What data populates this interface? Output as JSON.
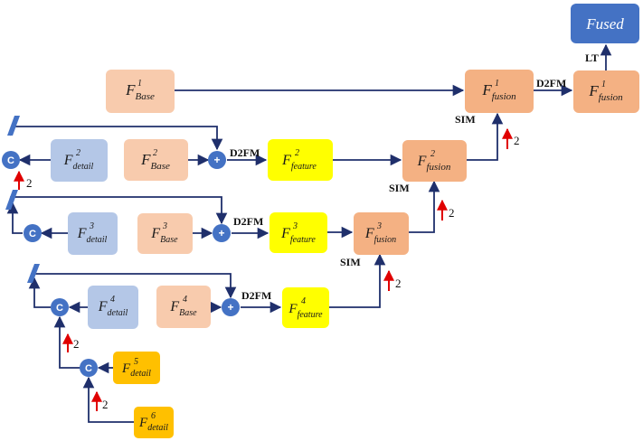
{
  "colors": {
    "base": "#f8cbad",
    "fusion": "#f4b183",
    "detail": "#b4c7e7",
    "feature": "#ffff00",
    "detail_gold": "#ffc000",
    "fused": "#4472c4",
    "node": "#4472c4",
    "line": "#1f2f6b",
    "upsample": "#e00000"
  },
  "symbols": {
    "F": "F",
    "concat": "C",
    "plus": "+"
  },
  "boxes": {
    "base1": {
      "sup": "1",
      "sub": "Base"
    },
    "base2": {
      "sup": "2",
      "sub": "Base"
    },
    "base3": {
      "sup": "3",
      "sub": "Base"
    },
    "base4": {
      "sup": "4",
      "sub": "Base"
    },
    "detail2": {
      "sup": "2",
      "sub": "detail"
    },
    "detail3": {
      "sup": "3",
      "sub": "detail"
    },
    "detail4": {
      "sup": "4",
      "sub": "detail"
    },
    "detail5": {
      "sup": "5",
      "sub": "detail"
    },
    "detail6": {
      "sup": "6",
      "sub": "detail"
    },
    "feature2": {
      "sup": "2",
      "sub": "feature"
    },
    "feature3": {
      "sup": "3",
      "sub": "feature"
    },
    "feature4": {
      "sup": "4",
      "sub": "feature"
    },
    "fusion1a": {
      "sup": "1",
      "sub": "fusion"
    },
    "fusion1b": {
      "sup": "1",
      "sub": "fusion"
    },
    "fusion2": {
      "sup": "2",
      "sub": "fusion"
    },
    "fusion3": {
      "sup": "3",
      "sub": "fusion"
    }
  },
  "fused": {
    "label": "Fused"
  },
  "labels": {
    "lt": "LT",
    "d2fm_top": "D2FM",
    "d2fm_2": "D2FM",
    "d2fm_3": "D2FM",
    "d2fm_4": "D2FM",
    "sim_1": "SIM",
    "sim_2": "SIM",
    "sim_3": "SIM",
    "up_1": "2",
    "up_2": "2",
    "up_3": "2",
    "up_c2": "2",
    "up_c4": "2",
    "up_c5": "2"
  }
}
